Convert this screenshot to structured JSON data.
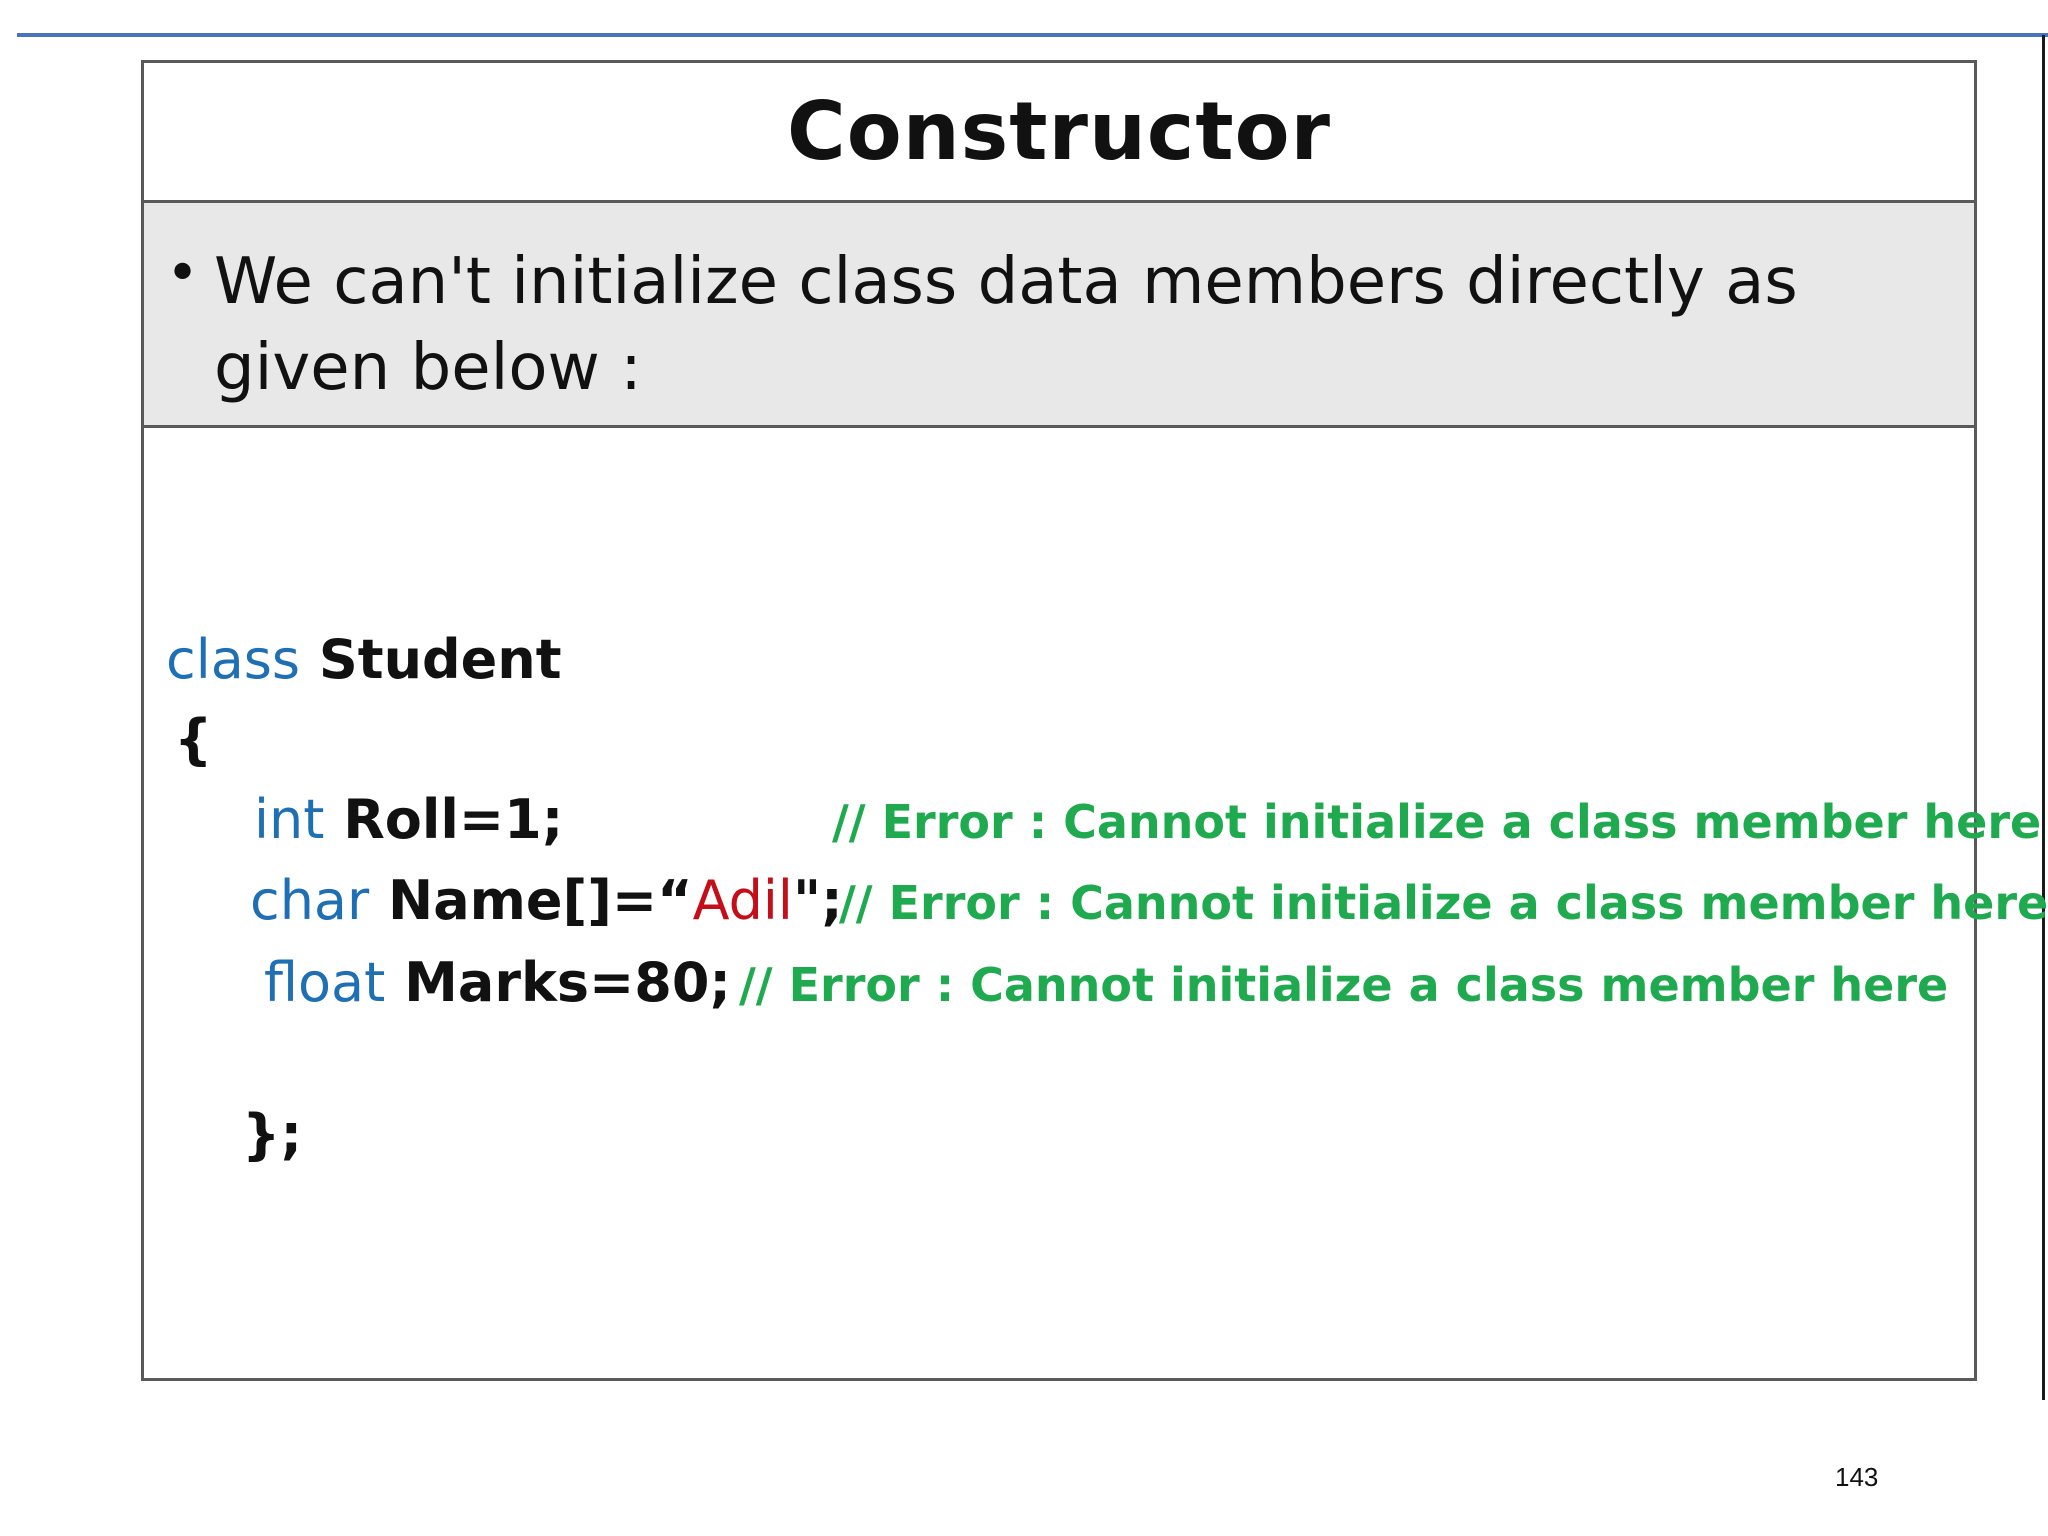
{
  "slide": {
    "title": "Constructor",
    "bullet_symbol": "•",
    "bullet_text_line1": "We can't initialize class data members directly as",
    "bullet_text_line2": "given below :"
  },
  "code": {
    "class_keyword": "class",
    "class_name": "Student",
    "open_brace": "{",
    "lines": [
      {
        "type": "int",
        "rest": "Roll=1;",
        "comment": "// Error : Cannot initialize a class member here"
      },
      {
        "type": "char",
        "rest_before": "Name[]=“",
        "string": "Adil",
        "rest_after": "\";",
        "comment": "// Error : Cannot initialize a class member here"
      },
      {
        "type": "float",
        "rest": "Marks=80;",
        "comment": "// Error : Cannot initialize a class member here"
      }
    ],
    "close": "};"
  },
  "colors": {
    "keyword": "#1f6fb5",
    "string": "#c40f1a",
    "comment": "#1faa50",
    "band": "#e8e8e8",
    "rule": "#4a72c0"
  },
  "page_number": "143"
}
